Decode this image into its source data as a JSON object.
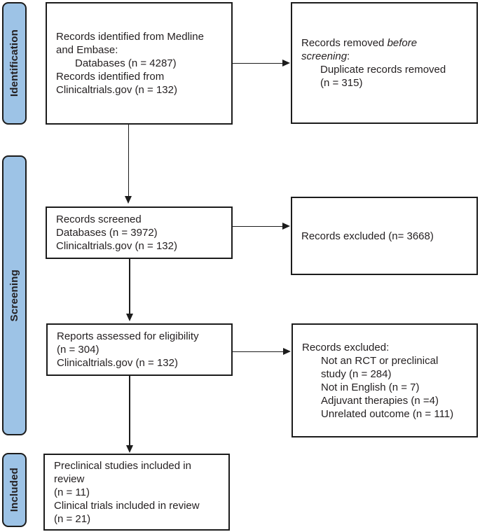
{
  "title": "PRISMA flow diagram",
  "colors": {
    "stage_fill": "#9dc3e6",
    "stage_border": "#1c1c1c",
    "box_fill": "#ffffff",
    "box_border": "#1c1c1c",
    "arrow": "#1c1c1c",
    "text": "#231f20"
  },
  "stages": [
    {
      "label": "Identification"
    },
    {
      "label": "Screening"
    },
    {
      "label": "Included"
    }
  ],
  "boxes": {
    "records_identified": {
      "lines": [
        {
          "segments": [
            {
              "t": "Records identified from Medline"
            }
          ]
        },
        {
          "segments": [
            {
              "t": "and Embase:"
            }
          ]
        },
        {
          "indent": true,
          "segments": [
            {
              "t": "Databases (n = 4287)"
            }
          ]
        },
        {
          "segments": [
            {
              "t": "Records identified from"
            }
          ]
        },
        {
          "segments": [
            {
              "t": "Clinicaltrials.gov (n = 132)"
            }
          ]
        }
      ]
    },
    "records_removed": {
      "lines": [
        {
          "segments": [
            {
              "t": "Records removed "
            },
            {
              "t": "before",
              "italic": true
            }
          ]
        },
        {
          "segments": [
            {
              "t": "screening",
              "italic": true
            },
            {
              "t": ":"
            }
          ]
        },
        {
          "indent": true,
          "segments": [
            {
              "t": "Duplicate records removed"
            }
          ]
        },
        {
          "indent": true,
          "segments": [
            {
              "t": "(n = 315)"
            }
          ]
        }
      ]
    },
    "records_screened": {
      "lines": [
        {
          "segments": [
            {
              "t": "Records screened"
            }
          ]
        },
        {
          "segments": [
            {
              "t": "Databases (n = 3972)"
            }
          ]
        },
        {
          "segments": [
            {
              "t": "Clinicaltrials.gov (n = 132)"
            }
          ]
        }
      ]
    },
    "records_excluded_screening": {
      "lines": [
        {
          "segments": [
            {
              "t": "Records excluded (n= 3668)"
            }
          ]
        }
      ]
    },
    "reports_assessed": {
      "lines": [
        {
          "segments": [
            {
              "t": "Reports assessed for eligibility"
            }
          ]
        },
        {
          "segments": [
            {
              "t": "(n = 304)"
            }
          ]
        },
        {
          "segments": [
            {
              "t": "Clinicaltrials.gov (n = 132)"
            }
          ]
        }
      ]
    },
    "records_excluded_eligibility": {
      "lines": [
        {
          "segments": [
            {
              "t": "Records excluded:"
            }
          ]
        },
        {
          "indent": true,
          "segments": [
            {
              "t": "Not an RCT or preclinical"
            }
          ]
        },
        {
          "indent": true,
          "segments": [
            {
              "t": "study (n = 284)"
            }
          ]
        },
        {
          "indent": true,
          "segments": [
            {
              "t": "Not in English (n = 7)"
            }
          ]
        },
        {
          "indent": true,
          "segments": [
            {
              "t": "Adjuvant therapies (n =4)"
            }
          ]
        },
        {
          "indent": true,
          "segments": [
            {
              "t": "Unrelated outcome (n = 111)"
            }
          ]
        }
      ]
    },
    "studies_included": {
      "lines": [
        {
          "segments": [
            {
              "t": "Preclinical studies included in"
            }
          ]
        },
        {
          "segments": [
            {
              "t": "review"
            }
          ]
        },
        {
          "segments": [
            {
              "t": "(n = 11)"
            }
          ]
        },
        {
          "segments": [
            {
              "t": "Clinical trials included in review"
            }
          ]
        },
        {
          "segments": [
            {
              "t": "(n = 21)"
            }
          ]
        }
      ]
    }
  }
}
